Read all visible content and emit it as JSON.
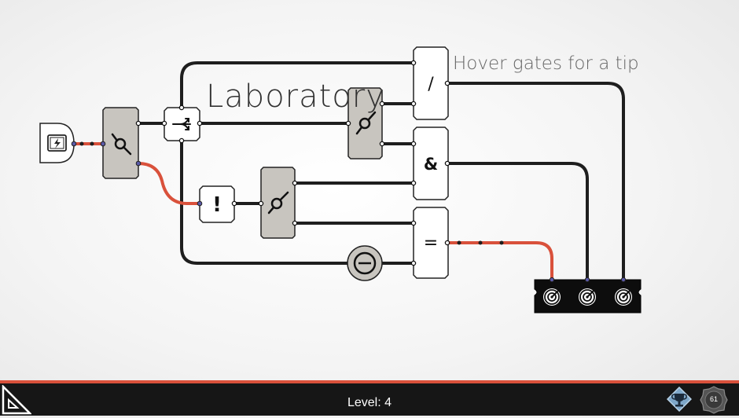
{
  "level_title": "Laboratory",
  "hint": "Hover gates for a tip",
  "gates": {
    "not_label": "!",
    "and_label": "&",
    "equal_label": "=",
    "xor_label": "/"
  },
  "status_bar": {
    "level_text": "Level: 4",
    "coin_count": "61"
  },
  "icons": {
    "source": "battery-icon",
    "switch": "switch-icon",
    "splitter": "splitter-icon",
    "inverter": "minus-circle-icon",
    "target": "target-icon",
    "menu": "triangle-ruler-icon",
    "trophy": "trophy-icon",
    "coin": "gear-badge-icon"
  },
  "colors": {
    "wire_active": "#d9513b",
    "wire_idle": "#1e1e1e",
    "switch_fill": "#c8c5bf",
    "target_fill": "#0d0d0d"
  }
}
